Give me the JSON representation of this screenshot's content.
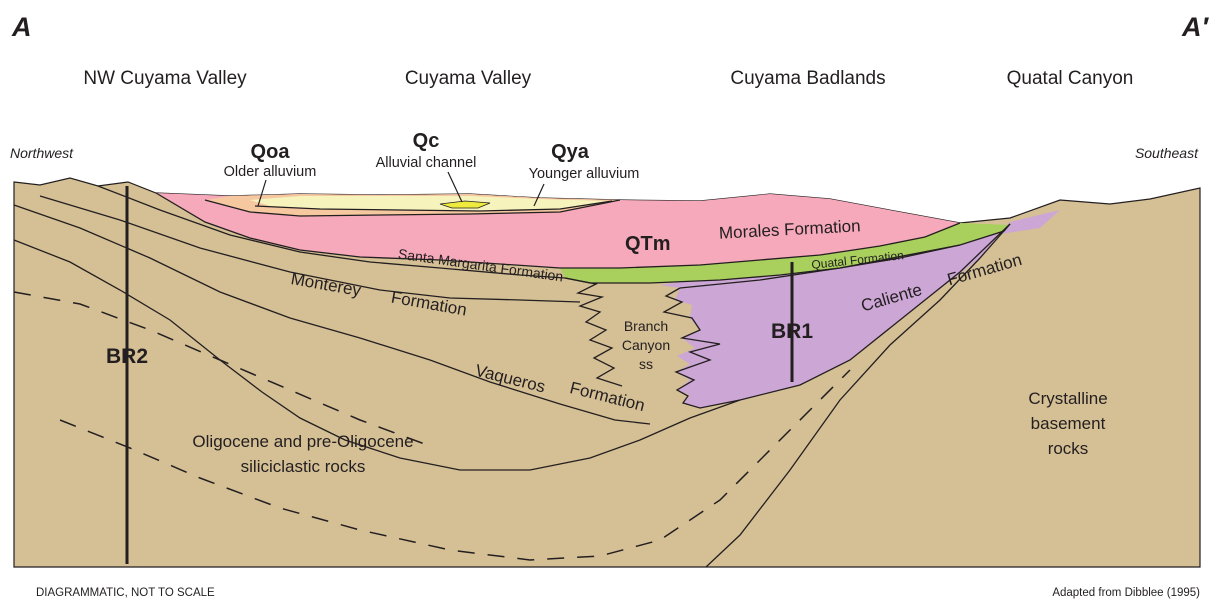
{
  "section": {
    "left_label": "A",
    "right_label": "A′"
  },
  "regions": [
    "NW Cuyama Valley",
    "Cuyama  Valley",
    "Cuyama  Badlands",
    "Quatal Canyon"
  ],
  "directions": {
    "left": "Northwest",
    "right": "Southeast"
  },
  "units": {
    "qoa": {
      "code": "Qoa",
      "name": "Older alluvium"
    },
    "qc": {
      "code": "Qc",
      "name": "Alluvial channel"
    },
    "qya": {
      "code": "Qya",
      "name": "Younger alluvium"
    },
    "qtm": {
      "code": "QTm"
    }
  },
  "formations": {
    "morales": "Morales Formation",
    "quatal": "Quatal  Formation",
    "santa_margarita": "Santa Margarita Formation",
    "monterey": [
      "Monterey",
      "Formation"
    ],
    "caliente": [
      "Caliente",
      "Formation"
    ],
    "branch_canyon": [
      "Branch",
      "Canyon",
      "ss"
    ],
    "vaqueros": [
      "Vaqueros",
      "Formation"
    ],
    "oligocene": [
      "Oligocene and pre-Oligocene",
      "siliciclastic rocks"
    ],
    "crystalline": [
      "Crystalline",
      "basement",
      "rocks"
    ]
  },
  "wells": {
    "br1": "BR1",
    "br2": "BR2"
  },
  "footer": {
    "left": "DIAGRAMMATIC, NOT TO SCALE",
    "right": "Adapted from Dibblee (1995)"
  },
  "colors": {
    "basement_tan": "#d5bf95",
    "morales_pink": "#f5a9ba",
    "quatal_green": "#a9cf5d",
    "caliente_purple": "#cca6d5",
    "older_alluvium_orange": "#f5c8a0",
    "younger_alluvium_yellow": "#f7f3bd",
    "channel_yellow": "#eeea3e",
    "line": "#231f20"
  }
}
